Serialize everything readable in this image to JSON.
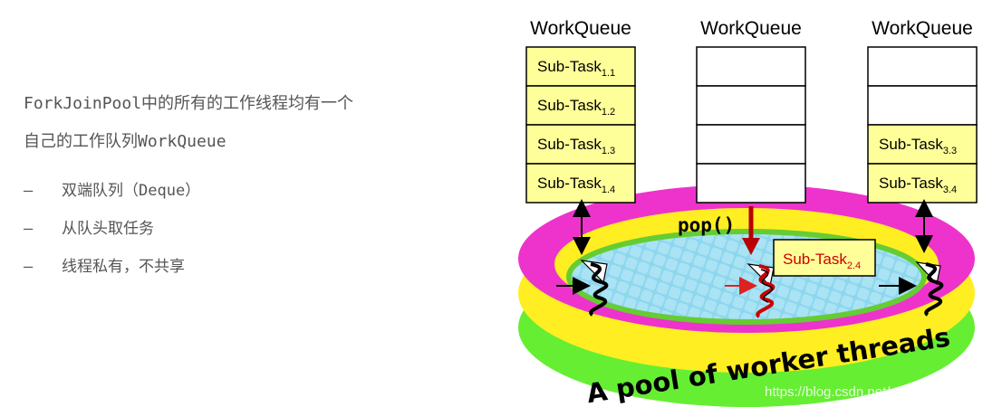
{
  "intro": {
    "line1": "ForkJoinPool中的所有的工作线程均有一个",
    "line2": "自己的工作队列WorkQueue"
  },
  "bullets": [
    {
      "dash": "–",
      "text": "双端队列（Deque）"
    },
    {
      "dash": "–",
      "text": "从队头取任务"
    },
    {
      "dash": "–",
      "text": "线程私有，不共享"
    }
  ],
  "diagram": {
    "queues": [
      {
        "title": "WorkQueue",
        "cells": [
          {
            "base": "Sub-Task",
            "sub": "1.1"
          },
          {
            "base": "Sub-Task",
            "sub": "1.2"
          },
          {
            "base": "Sub-Task",
            "sub": "1.3"
          },
          {
            "base": "Sub-Task",
            "sub": "1.4"
          }
        ]
      },
      {
        "title": "WorkQueue",
        "cells": [
          {
            "base": "",
            "sub": ""
          },
          {
            "base": "",
            "sub": ""
          },
          {
            "base": "",
            "sub": ""
          },
          {
            "base": "",
            "sub": ""
          }
        ]
      },
      {
        "title": "WorkQueue",
        "cells": [
          {
            "base": "",
            "sub": ""
          },
          {
            "base": "",
            "sub": ""
          },
          {
            "base": "Sub-Task",
            "sub": "3.3"
          },
          {
            "base": "Sub-Task",
            "sub": "3.4"
          }
        ]
      }
    ],
    "pop_label": "pop()",
    "popped_task": {
      "base": "Sub-Task",
      "sub": "2.4"
    },
    "pool_caption": "A pool of worker threads",
    "watermark": "https://blog.csdn.net/wenwang3000",
    "colors": {
      "filled_cell": "#ffff99",
      "empty_cell": "#ffffff",
      "pop_arrow": "#b80000",
      "popped_text": "#cc0000",
      "ring_outer": "#ee33cc",
      "ring_middle": "#ffee22",
      "ring_bottom": "#66ee33",
      "water": "#8ed6ee"
    }
  }
}
